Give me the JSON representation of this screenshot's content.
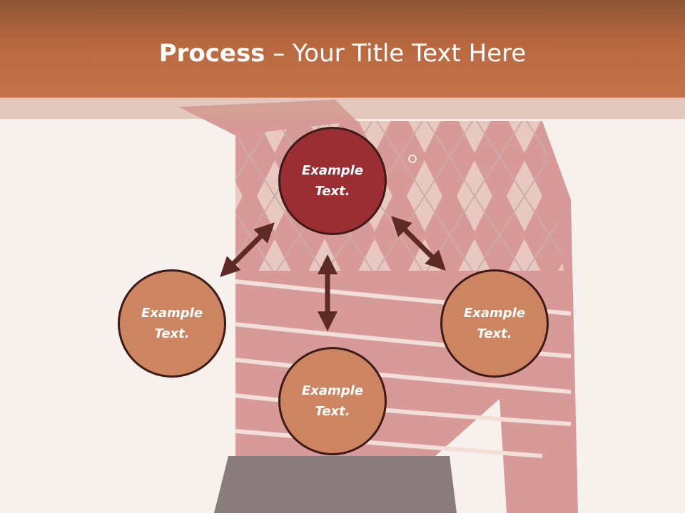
{
  "slide": {
    "title_bold": "Process",
    "title_rest": " – Your Title Text Here"
  },
  "diagram": {
    "center_node": {
      "text": "Example Text.",
      "color": "#9a2e33"
    },
    "left_node": {
      "text": "Example Text.",
      "color": "#cc8461"
    },
    "bottom_node": {
      "text": "Example Text.",
      "color": "#cc8461"
    },
    "right_node": {
      "text": "Example Text.",
      "color": "#cc8461"
    },
    "arrow_color": "#5e2a26"
  },
  "colors": {
    "header": "#c6734b",
    "background": "#f7f1ee"
  }
}
